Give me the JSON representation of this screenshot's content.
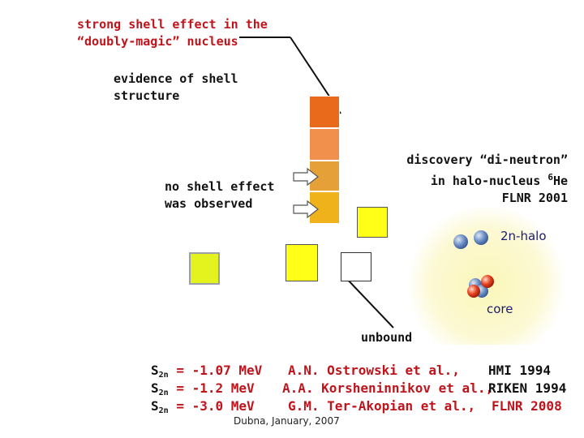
{
  "annotations": {
    "shell_effect_line1": "strong shell effect in the",
    "shell_effect_line2": "“doubly-magic” nucleus",
    "evidence_line1": "evidence of shell",
    "evidence_line2": "structure",
    "no_shell_line1": "no shell effect",
    "no_shell_line2": "was observed",
    "discovery_line1": "discovery “di-neutron”",
    "discovery_line2_pre": "in halo-nucleus ",
    "discovery_mass": "6",
    "discovery_element": "He",
    "discovery_line3": "FLNR 2001",
    "unbound": "unbound"
  },
  "halo": {
    "label_halo": "2n-halo",
    "label_core": "core"
  },
  "references": [
    {
      "symbol": "S",
      "sub": "2n",
      "eq": "= -1.07 MeV",
      "authors": "A.N. Ostrowski et al.,",
      "lab": "HMI 1994"
    },
    {
      "symbol": "S",
      "sub": "2n",
      "eq": "= -1.2 MeV",
      "authors": "A.A. Korsheninnikov et al.,",
      "lab": "RIKEN 1994"
    },
    {
      "symbol": "S",
      "sub": "2n",
      "eq": "= -3.0 MeV",
      "authors": "G.M. Ter-Akopian et al.,",
      "lab": "FLNR 2008"
    }
  ],
  "footer": "Dubna, January, 2007",
  "colors": {
    "red_text": "#c0141c",
    "navy_text": "#1c1c6e",
    "square_top": "#ea6a1c",
    "square_2": "#f0904c",
    "square_3": "#e6a038",
    "square_4": "#f0b21a",
    "square_yellow": "#ffff18",
    "square_lime": "#e4f21e",
    "halo_glow": "#fbf7c4"
  }
}
